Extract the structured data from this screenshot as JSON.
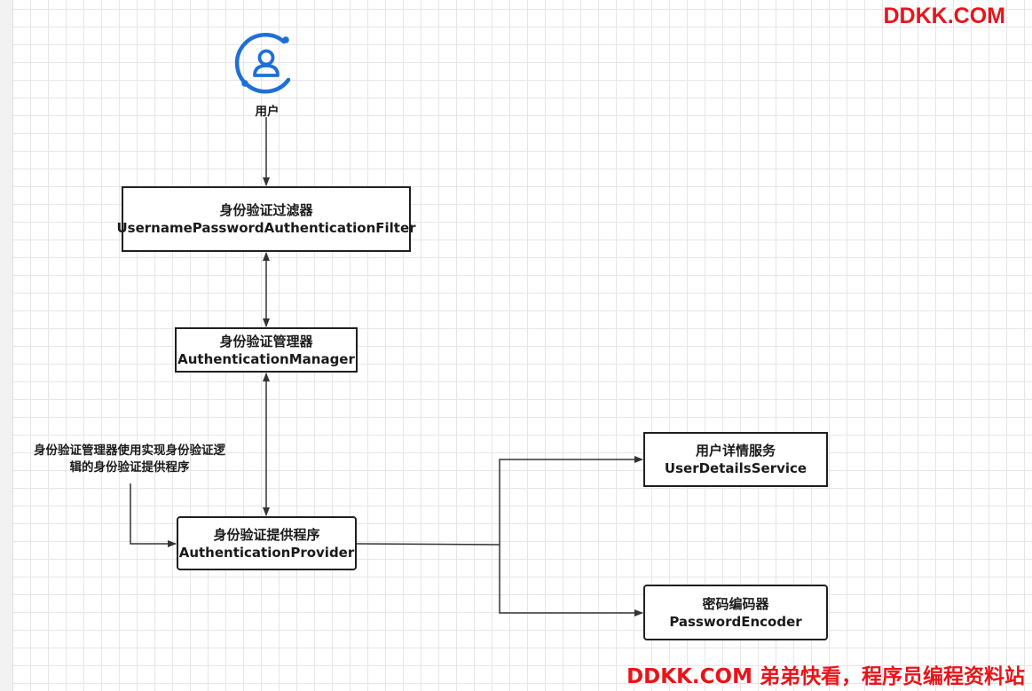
{
  "watermark": {
    "top": "DDKK.COM",
    "bottom": "DDKK.COM 弟弟快看，程序员编程资料站",
    "color": "#e8141a"
  },
  "diagram": {
    "user": {
      "label": "用户",
      "icon": "user-icon",
      "icon_color": "#1e6fd9"
    },
    "filter": {
      "line1": "身份验证过滤器",
      "line2": "UsernamePasswordAuthenticationFilter"
    },
    "manager": {
      "line1": "身份验证管理器",
      "line2": "AuthenticationManager"
    },
    "provider": {
      "line1": "身份验证提供程序",
      "line2": "AuthenticationProvider"
    },
    "user_details": {
      "line1": "用户详情服务",
      "line2": "UserDetailsService"
    },
    "encoder": {
      "line1": "密码编码器",
      "line2": "PasswordEncoder"
    },
    "annotation": {
      "line1": "身份验证管理器使用实现身份验证逻",
      "line2": "辑的身份验证提供程序"
    }
  }
}
